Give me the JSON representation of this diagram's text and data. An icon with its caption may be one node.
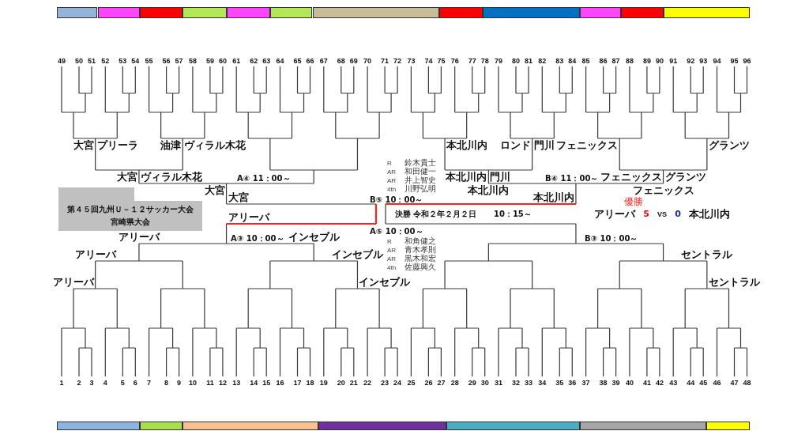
{
  "diagram": {
    "nodes": [
      {
        "text": [],
        "shape": "bar"
      },
      {
        "text": [],
        "shape": "bar"
      },
      {
        "text": [],
        "shape": "bar"
      },
      {
        "text": [],
        "shape": "bar"
      },
      {
        "text": [],
        "shape": "bar"
      },
      {
        "text": [],
        "shape": "bar"
      },
      {
        "text": [],
        "shape": "bar"
      },
      {
        "text": [],
        "shape": "bar"
      },
      {
        "text": [],
        "shape": "bar"
      },
      {
        "text": [],
        "shape": "bar"
      },
      {
        "text": [],
        "shape": "bar"
      },
      {
        "text": [],
        "shape": "bar"
      },
      {
        "text": [],
        "shape": "box"
      },
      {
        "text": [
          "第４５回九州Ｕ－１２サッカー大会",
          "宮崎県大会"
        ]
      },
      {
        "text": [],
        "shape": "bar"
      },
      {
        "text": [],
        "shape": "bar"
      },
      {
        "text": [],
        "shape": "bar"
      },
      {
        "text": [],
        "shape": "bar"
      },
      {
        "text": [],
        "shape": "bar"
      },
      {
        "text": [],
        "shape": "bar"
      },
      {
        "text": [],
        "shape": "bar"
      }
    ],
    "labels": [
      "49",
      "50",
      "51",
      "52",
      "53",
      "54",
      "55",
      "56",
      "57",
      "58",
      "59",
      "60",
      "61",
      "62",
      "63",
      "64",
      "65",
      "66",
      "67",
      "68",
      "69",
      "70",
      "71",
      "72",
      "73",
      "74",
      "75",
      "76",
      "77",
      "78",
      "79",
      "80",
      "81",
      "82",
      "83",
      "84",
      "85",
      "86",
      "87",
      "88",
      "89",
      "90",
      "91",
      "92",
      "93",
      "94",
      "95",
      "96",
      "大宮",
      "プリーラ",
      "油津",
      "ヴィラル木花",
      "本北川内",
      "ロンド",
      "門川",
      "フェニックス",
      "グランツ",
      "大宮",
      "ヴィラル木花",
      "A④ 11：00～",
      "本北川内",
      "門川",
      "B④ 11：00～",
      "フェニックス",
      "グランツ",
      "大宮",
      "本北川内",
      "フェニックス",
      "R",
      "鈴木貴士",
      "AR",
      "和田健一",
      "AR",
      "井上智史",
      "4th",
      "川野弘明",
      "大宮",
      "B⑤ 10：00～",
      "本北川内",
      "優勝",
      "アリーバ",
      "決勝 令和２年２月２日",
      "10：15～",
      "アリーバ",
      "5",
      "VS",
      "0",
      "本北川内",
      "A⑤ 10：00～",
      "R",
      "和角健之",
      "AR",
      "青木孝則",
      "AR",
      "黒木和宏",
      "4th",
      "佐藤興久",
      "アリーバ",
      "A③ 10：00～",
      "インセブル",
      "B③ 10：00～",
      "アリーバ",
      "インセブル",
      "セントラル",
      "アリーバ",
      "インセブル",
      "セントラル",
      "1",
      "2",
      "3",
      "4",
      "5",
      "6",
      "7",
      "8",
      "9",
      "10",
      "11",
      "12",
      "13",
      "14",
      "15",
      "16",
      "17",
      "18",
      "19",
      "20",
      "21",
      "22",
      "23",
      "24",
      "25",
      "26",
      "27",
      "28",
      "29",
      "30",
      "31",
      "32",
      "33",
      "34",
      "35",
      "36",
      "37",
      "38",
      "39",
      "40",
      "41",
      "42",
      "43",
      "44",
      "45",
      "46",
      "47",
      "48"
    ]
  }
}
